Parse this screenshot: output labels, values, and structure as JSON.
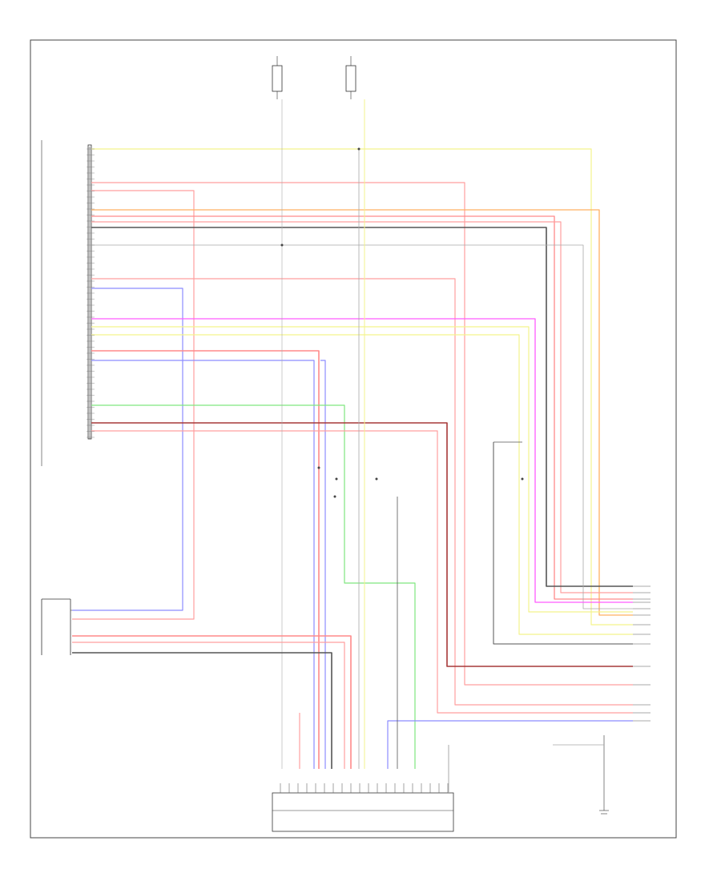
{
  "diagram": {
    "footer_code": "",
    "legend_items": [
      "",
      ""
    ],
    "components": [
      {
        "key": "top_left_switch",
        "labels": [
          "",
          "",
          "",
          ""
        ]
      },
      {
        "key": "top_right_switch",
        "labels": [
          "",
          "",
          "",
          ""
        ]
      },
      {
        "key": "left_module",
        "labels": [
          "",
          ""
        ]
      },
      {
        "key": "lower_left_module",
        "labels": [
          "",
          ""
        ]
      },
      {
        "key": "bottom_connector",
        "labels": [
          "",
          ""
        ]
      },
      {
        "key": "right_ground",
        "labels": [
          "",
          "",
          "",
          ""
        ]
      }
    ]
  },
  "colors": {
    "red": "#ff8a8a",
    "pink": "#ff9f9f",
    "yellow": "#f3f38c",
    "orange": "#ffb061",
    "black": "#555555",
    "gray": "#a9a9a9",
    "magenta": "#ff5cff",
    "blue": "#8c8cff",
    "green": "#7fe67f",
    "darkred": "#a63838"
  }
}
